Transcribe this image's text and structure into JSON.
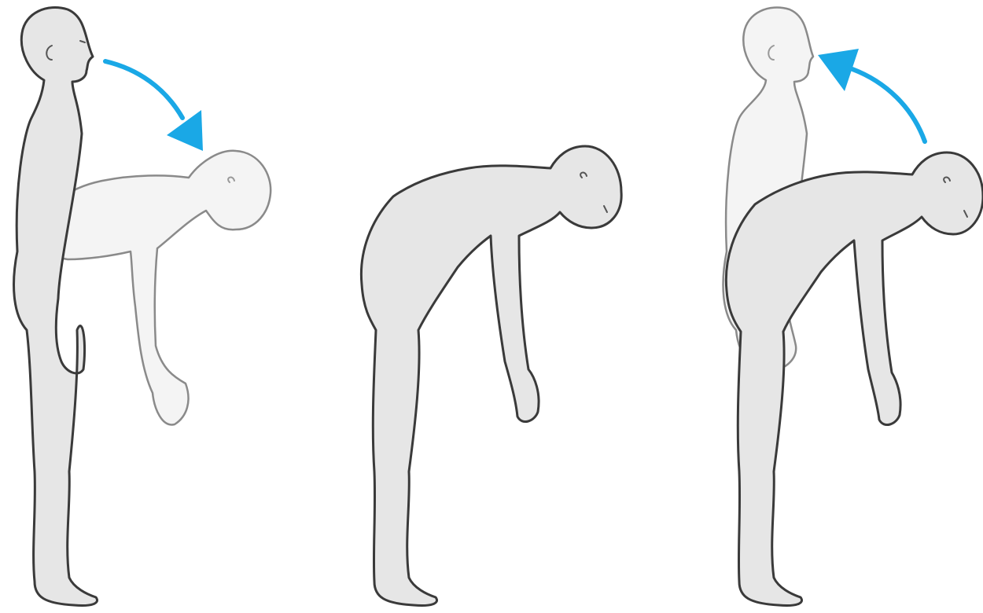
{
  "figure": {
    "panels": [
      {
        "id": "panel-1",
        "motion": "bend-forward"
      },
      {
        "id": "panel-2",
        "motion": "hold-bent"
      },
      {
        "id": "panel-3",
        "motion": "return-upright"
      }
    ],
    "colors": {
      "arrow": "#1aa8e6",
      "body_fill": "#e6e6e6",
      "outline": "#3a3a3a",
      "background": "#ffffff"
    }
  }
}
